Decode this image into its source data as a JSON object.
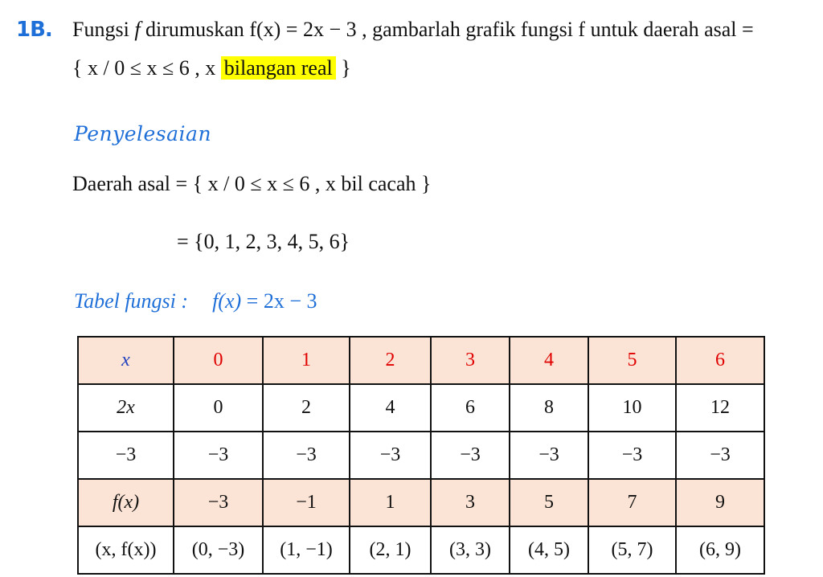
{
  "problem": {
    "number": "1B.",
    "line1_prefix": "Fungsi ",
    "line1_f": "f",
    "line1_mid": " dirumuskan ",
    "line1_formula": "f(x) = 2x − 3",
    "line1_suffix": " , gambarlah grafik fungsi f untuk  daerah asal =",
    "line2_prefix": "{ x / 0 ≤ x ≤ 6 , x ",
    "line2_highlight": "bilangan real",
    "line2_suffix": " }"
  },
  "solution": {
    "heading": "Penyelesaian",
    "domain_line": "Daerah asal = { x / 0 ≤ x ≤ 6 , x bil cacah }",
    "domain_set": "= {0, 1, 2, 3, 4, 5, 6}"
  },
  "table_title": {
    "label": "Tabel fungsi :",
    "formula_f": "f(x)",
    "formula_rest": " = 2x − 3"
  },
  "table": {
    "rows": [
      {
        "header": "x",
        "cells": [
          "0",
          "1",
          "2",
          "3",
          "4",
          "5",
          "6"
        ]
      },
      {
        "header": "2x",
        "cells": [
          "0",
          "2",
          "4",
          "6",
          "8",
          "10",
          "12"
        ]
      },
      {
        "header": "−3",
        "cells": [
          "−3",
          "−3",
          "−3",
          "−3",
          "−3",
          "−3",
          "−3"
        ]
      },
      {
        "header": "f(x)",
        "cells": [
          "−3",
          "−1",
          "1",
          "3",
          "5",
          "7",
          "9"
        ]
      },
      {
        "header": "(x, f(x))",
        "cells": [
          "(0, −3)",
          "(1, −1)",
          "(2, 1)",
          "(3, 3)",
          "(4, 5)",
          "(5, 7)",
          "(6, 9)"
        ]
      }
    ]
  },
  "colors": {
    "accent_blue": "#1f6fd8",
    "header_red": "#e00000",
    "shade": "#fbe4d5",
    "highlight": "#ffff00"
  }
}
